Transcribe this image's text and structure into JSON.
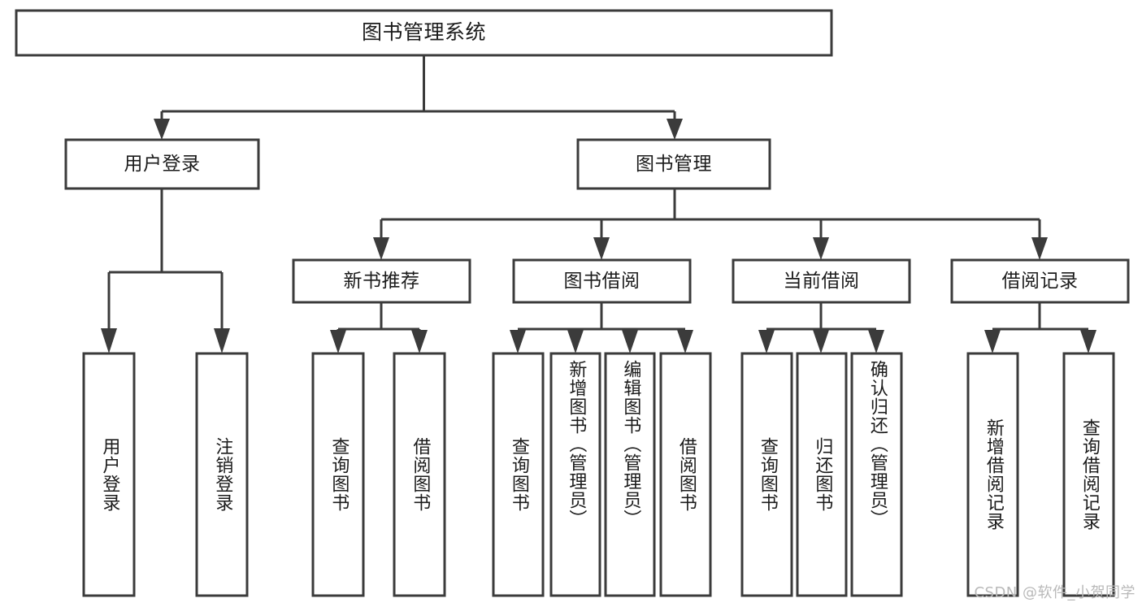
{
  "diagram": {
    "type": "tree",
    "title": "图书管理系统",
    "watermark": "CSDN @软件_小贺同学",
    "colors": {
      "box_stroke": "#3b3b3b",
      "box_fill": "#ffffff",
      "connector": "#3b3b3b",
      "text": "#1b1b1b",
      "watermark": "#b9b9b9",
      "background": "#ffffff"
    },
    "root": {
      "label": "图书管理系统"
    },
    "level2": [
      {
        "label": "用户登录"
      },
      {
        "label": "图书管理"
      }
    ],
    "level3": [
      {
        "label": "新书推荐"
      },
      {
        "label": "图书借阅"
      },
      {
        "label": "当前借阅"
      },
      {
        "label": "借阅记录"
      }
    ],
    "leaves": {
      "user_login": [
        {
          "label": "用户登录"
        },
        {
          "label": "注销登录"
        }
      ],
      "new_book_recommend": [
        {
          "label": "查询图书"
        },
        {
          "label": "借阅图书"
        }
      ],
      "book_borrow": [
        {
          "label": "查询图书"
        },
        {
          "label": "新增图书（管理员）"
        },
        {
          "label": "编辑图书（管理员）"
        },
        {
          "label": "借阅图书"
        }
      ],
      "current_borrow": [
        {
          "label": "查询图书"
        },
        {
          "label": "归还图书"
        },
        {
          "label": "确认归还（管理员）"
        }
      ],
      "borrow_record": [
        {
          "label": "新增借阅记录"
        },
        {
          "label": "查询借阅记录"
        }
      ]
    }
  }
}
